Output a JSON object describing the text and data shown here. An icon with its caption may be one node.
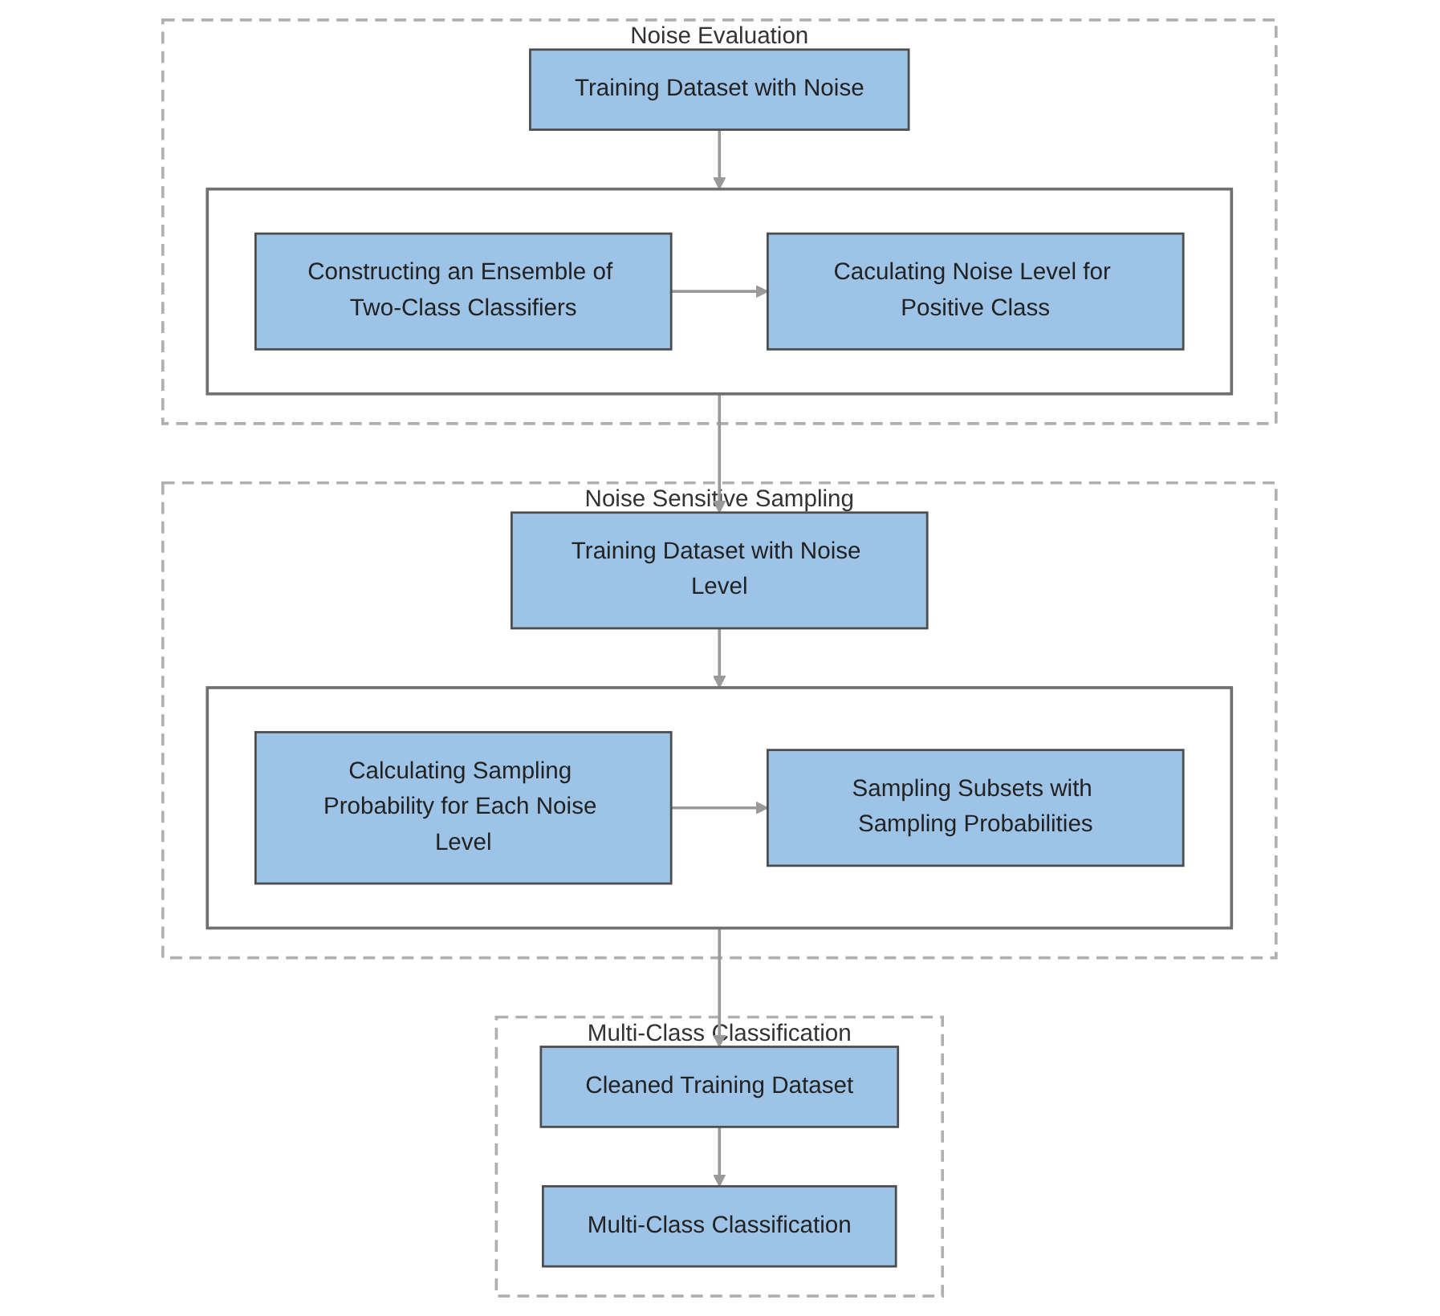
{
  "diagram": {
    "nodes": [
      {
        "text": [
          "Noise Evaluation"
        ]
      },
      {
        "text": [
          "Training Dataset with Noise"
        ],
        "in": 0
      },
      {
        "text": [],
        "shape": "box",
        "in": 0
      },
      {
        "text": [
          "Constructing an Ensemble of Two-Class Classifiers"
        ],
        "in": 2
      },
      {
        "text": [
          "Caculating Noise Level for Positive Class"
        ],
        "in": 2
      },
      {
        "text": [
          "Noise Sensitive Sampling"
        ]
      },
      {
        "text": [
          "Training Dataset with Noise Level"
        ],
        "in": 5
      },
      {
        "text": [],
        "shape": "box",
        "in": 5
      },
      {
        "text": [
          "Calculating Sampling Probability for Each Noise Level"
        ],
        "in": 7
      },
      {
        "text": [
          "Sampling Subsets with Sampling Probabilities"
        ],
        "in": 7
      },
      {
        "text": [
          "Multi-Class Classification"
        ]
      },
      {
        "text": [
          "Cleaned Training Dataset"
        ],
        "in": 10
      },
      {
        "text": [
          "Multi-Class Classification"
        ],
        "in": 10
      }
    ],
    "edges": [
      {
        "from": 1,
        "to": 2,
        "arrow": "to"
      },
      {
        "from": 3,
        "to": 4,
        "arrow": "to"
      },
      {
        "from": 2,
        "to": 6,
        "arrow": "to"
      },
      {
        "from": 6,
        "to": 7,
        "arrow": "to"
      },
      {
        "from": 8,
        "to": 9,
        "arrow": "to"
      },
      {
        "from": 7,
        "to": 11,
        "arrow": "to"
      },
      {
        "from": 11,
        "to": 12,
        "arrow": "to"
      }
    ]
  }
}
